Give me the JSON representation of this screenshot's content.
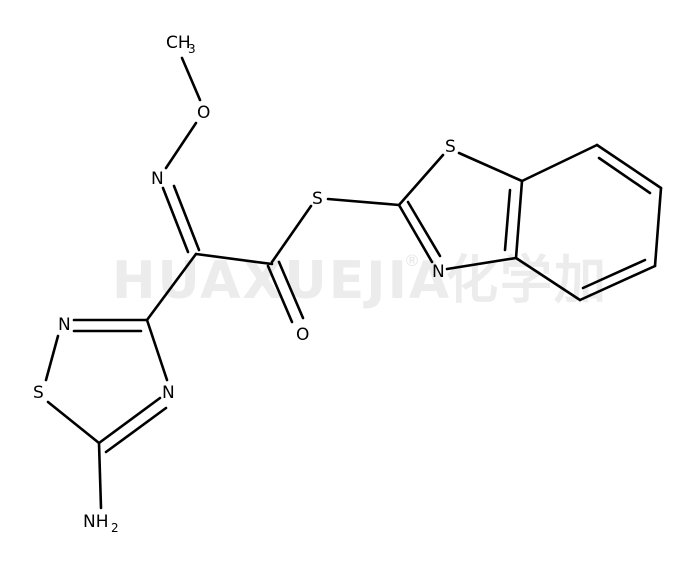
{
  "watermark": {
    "text": "HUAXUEJIA",
    "registered": "®",
    "chinese": "化学加"
  },
  "atoms": {
    "methyl": {
      "main": "CH",
      "sub": "3"
    },
    "oxygen_ether": "O",
    "nitrogen_oxime": "N",
    "sulfur_thioester": "S",
    "sulfur_benzothiazole": "S",
    "nitrogen_benzothiazole": "N",
    "oxygen_carbonyl": "O",
    "nitrogen_thiadiazole_2": "N",
    "sulfur_thiadiazole": "S",
    "nitrogen_thiadiazole_4": "N",
    "amine": {
      "main": "NH",
      "sub": "2"
    }
  },
  "colors": {
    "bond": "#000000",
    "label": "#000000",
    "watermark": "#ececec"
  }
}
